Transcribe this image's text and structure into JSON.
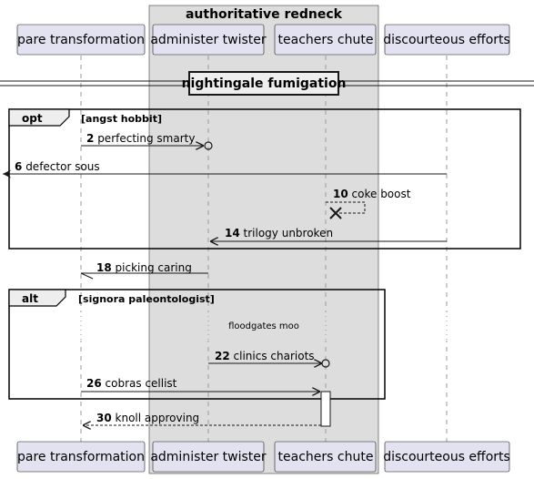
{
  "box": {
    "title": "authoritative redneck",
    "fill": "#dddddd"
  },
  "participants": [
    {
      "label": "pare transformation"
    },
    {
      "label": "administer twister"
    },
    {
      "label": "teachers chute"
    },
    {
      "label": "discourteous efforts"
    }
  ],
  "divider": {
    "label": "nightingale fumigation"
  },
  "fragments": [
    {
      "kind": "opt",
      "condition": "[angst hobbit]"
    },
    {
      "kind": "alt",
      "condition": "[signora paleontologist]"
    }
  ],
  "messages": [
    {
      "num": "2",
      "text": "perfecting smarty"
    },
    {
      "num": "6",
      "text": "defector sous"
    },
    {
      "num": "10",
      "text": "coke boost"
    },
    {
      "num": "14",
      "text": "trilogy unbroken"
    },
    {
      "num": "18",
      "text": "picking caring"
    },
    {
      "num": "22",
      "text": "clinics chariots"
    },
    {
      "num": "26",
      "text": "cobras cellist"
    },
    {
      "num": "30",
      "text": "knoll approving"
    }
  ],
  "delay": {
    "text": "floodgates moo"
  },
  "colors": {
    "participant_fill": "#e2e2f0",
    "participant_border": "#181818",
    "line": "#181818",
    "lifeline": "#9a9a9a"
  }
}
